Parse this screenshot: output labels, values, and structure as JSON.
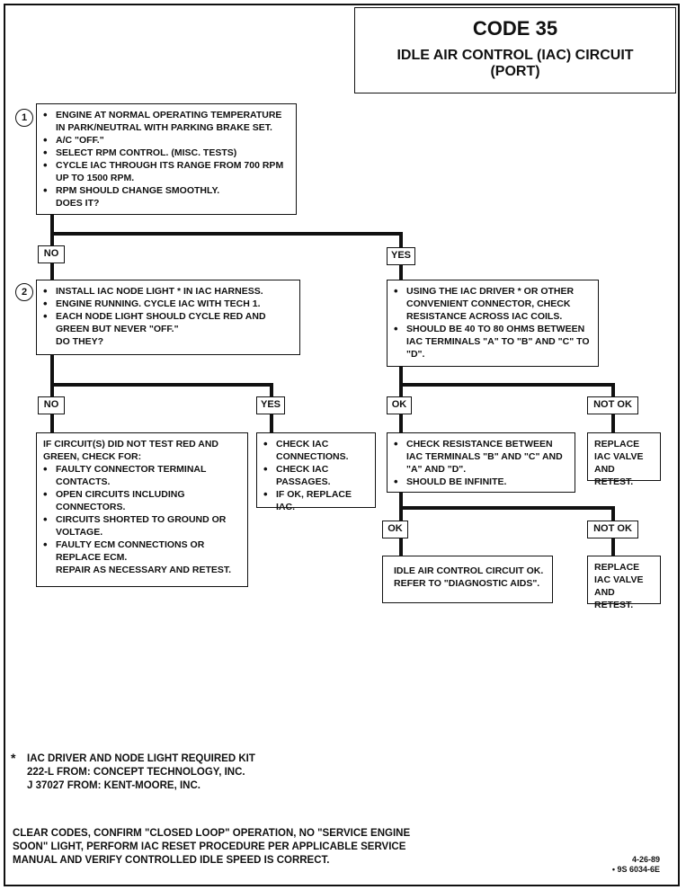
{
  "title": {
    "code": "CODE 35",
    "line1": "IDLE AIR CONTROL (IAC) CIRCUIT",
    "line2": "(PORT)"
  },
  "step1": {
    "number": "1",
    "items": [
      "ENGINE AT NORMAL OPERATING TEMPERATURE IN PARK/NEUTRAL WITH PARKING BRAKE SET.",
      "A/C \"OFF.\"",
      "SELECT RPM CONTROL.  (MISC. TESTS)",
      "CYCLE IAC THROUGH ITS RANGE FROM 700 RPM UP TO 1500 RPM.",
      "RPM SHOULD CHANGE SMOOTHLY."
    ],
    "question": "DOES IT?"
  },
  "labels": {
    "no1": "NO",
    "yes1": "YES",
    "no2": "NO",
    "yes2": "YES",
    "ok1": "OK",
    "notok1": "NOT OK",
    "ok2": "OK",
    "notok2": "NOT OK"
  },
  "step2": {
    "number": "2",
    "items": [
      "INSTALL IAC NODE LIGHT * IN IAC HARNESS.",
      "ENGINE RUNNING.  CYCLE IAC WITH TECH 1.",
      "EACH NODE LIGHT SHOULD CYCLE RED AND GREEN BUT NEVER \"OFF.\""
    ],
    "question": "DO THEY?"
  },
  "iac_driver": {
    "items": [
      "USING THE IAC DRIVER * OR OTHER CONVENIENT CONNECTOR, CHECK RESISTANCE ACROSS IAC COILS.",
      "SHOULD BE 40 TO 80 OHMS BETWEEN IAC TERMINALS \"A\" TO \"B\" AND \"C\" TO \"D\"."
    ]
  },
  "circuit_check": {
    "intro": "IF CIRCUIT(S) DID NOT TEST RED AND GREEN, CHECK FOR:",
    "items": [
      "FAULTY CONNECTOR TERMINAL CONTACTS.",
      "OPEN CIRCUITS INCLUDING CONNECTORS.",
      "CIRCUITS SHORTED TO GROUND OR VOLTAGE.",
      "FAULTY ECM CONNECTIONS OR REPLACE ECM."
    ],
    "closing": "REPAIR AS NECESSARY AND RETEST."
  },
  "check_iac": {
    "items": [
      "CHECK IAC CONNECTIONS.",
      "CHECK IAC PASSAGES.",
      "IF OK, REPLACE IAC."
    ]
  },
  "resistance": {
    "items": [
      "CHECK RESISTANCE BETWEEN IAC TERMINALS \"B\" AND \"C\" AND \"A\" AND \"D\".",
      "SHOULD BE INFINITE."
    ]
  },
  "replace1": "REPLACE IAC VALVE AND RETEST.",
  "circuit_ok": "IDLE AIR CONTROL CIRCUIT OK. REFER TO \"DIAGNOSTIC AIDS\".",
  "replace2": "REPLACE IAC VALVE AND RETEST.",
  "kit_note": {
    "marker": "*",
    "line1": "IAC DRIVER AND NODE LIGHT REQUIRED KIT",
    "line2": "222-L FROM:  CONCEPT TECHNOLOGY, INC.",
    "line3": "J 37027 FROM:  KENT-MOORE, INC."
  },
  "footer": "CLEAR CODES, CONFIRM \"CLOSED LOOP\" OPERATION, NO \"SERVICE ENGINE SOON\" LIGHT, PERFORM IAC RESET PROCEDURE PER APPLICABLE SERVICE MANUAL AND VERIFY CONTROLLED IDLE SPEED IS CORRECT.",
  "revision": {
    "date": "4-26-89",
    "number": "• 9S 6034-6E"
  }
}
